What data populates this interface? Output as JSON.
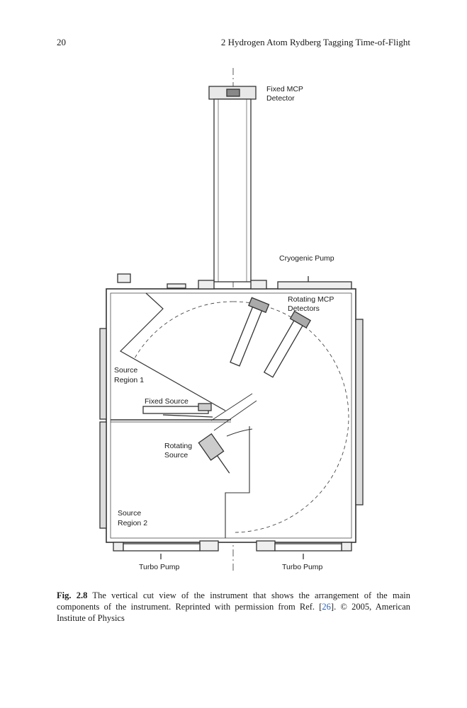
{
  "header": {
    "page_number": "20",
    "running_title": "2   Hydrogen Atom Rydberg Tagging Time-of-Flight"
  },
  "figure": {
    "labels": {
      "fixed_mcp_line1": "Fixed MCP",
      "fixed_mcp_line2": "Detector",
      "cryogenic_pump": "Cryogenic Pump",
      "rotating_mcp_line1": "Rotating MCP",
      "rotating_mcp_line2": "Detectors",
      "source_region1_line1": "Source",
      "source_region1_line2": "Region 1",
      "fixed_source": "Fixed Source",
      "rotating_source_line1": "Rotating",
      "rotating_source_line2": "Source",
      "source_region2_line1": "Source",
      "source_region2_line2": "Region 2",
      "turbo_pump_left": "Turbo Pump",
      "turbo_pump_right": "Turbo Pump"
    }
  },
  "caption": {
    "label": "Fig. 2.8",
    "text_before_ref": " The vertical cut view of the instrument that shows the arrangement of the main components of the instrument. Reprinted with permission from Ref. [",
    "ref": "26",
    "text_after_ref": "]. © 2005, American Institute of Physics"
  }
}
